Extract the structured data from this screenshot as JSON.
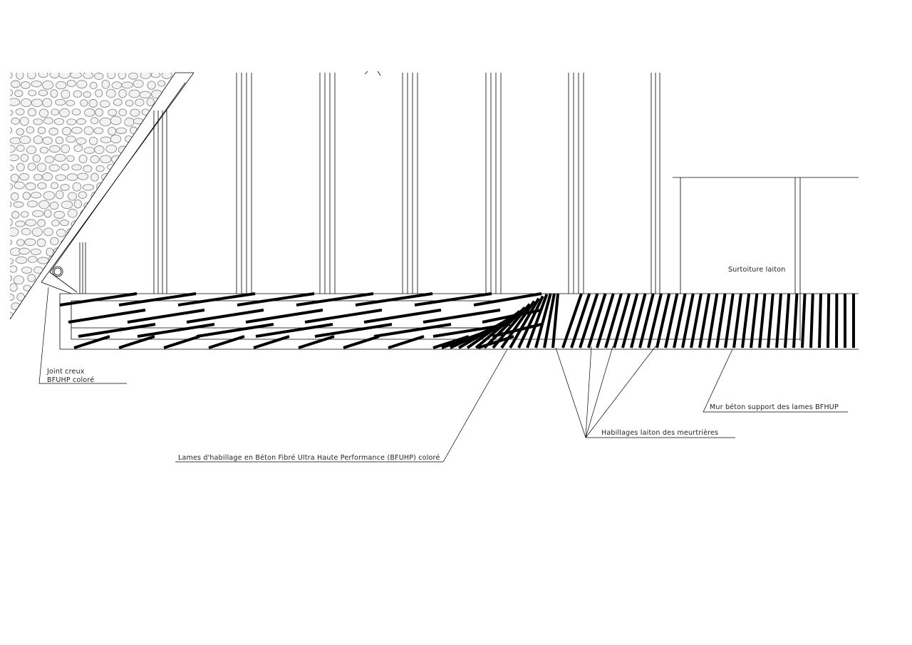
{
  "labels": {
    "joint_line1": "Joint creux",
    "joint_line2": "BFUHP coloré",
    "surtoiture": "Surtoiture laiton",
    "mur": "Mur béton support des lames BFHUP",
    "habillages": "Habillages laiton des meurtrières",
    "lames": "Lames d'habillage en Béton Fibré Ultra Haute Performance (BFUHP) coloré"
  }
}
